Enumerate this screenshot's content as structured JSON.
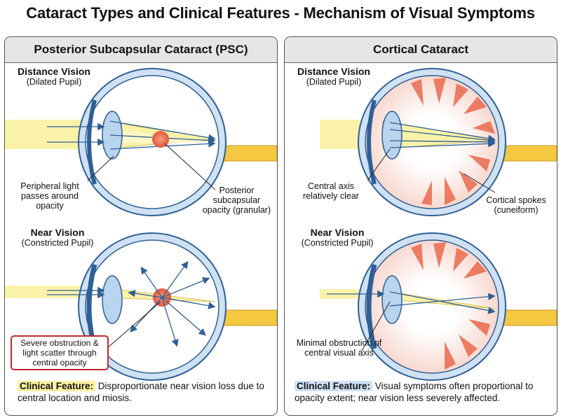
{
  "title": "Cataract Types and Clinical Features - Mechanism of Visual Symptoms",
  "colors": {
    "eye_outline": "#2f5f94",
    "eye_wall": "#cfe1f3",
    "light_beam": "#fbf2a9",
    "opacity_red": "#e8553e",
    "optic_nerve": "#f5c842",
    "callout_border": "#c0282f"
  },
  "panels": {
    "psc": {
      "title": "Posterior Subcapsular Cataract (PSC)",
      "distance": {
        "heading": "Distance Vision",
        "subheading": "(Dilated Pupil)",
        "label_peripheral": "Peripheral light passes around opacity",
        "label_opacity": "Posterior subcapsular opacity (granular)"
      },
      "near": {
        "heading": "Near Vision",
        "subheading": "(Constricted Pupil)",
        "callout": "Severe obstruction & light scatter through central opacity"
      },
      "clinical": {
        "tag": "Clinical Feature:",
        "text": "Disproportionate near vision loss due to central location and miosis."
      }
    },
    "cortical": {
      "title": "Cortical Cataract",
      "distance": {
        "heading": "Distance Vision",
        "subheading": "(Dilated Pupil)",
        "label_axis": "Central axis relatively clear",
        "label_spokes": "Cortical spokes (cuneiform)"
      },
      "near": {
        "heading": "Near Vision",
        "subheading": "(Constricted Pupil)",
        "label_minimal": "Minimal obstruction of central visual axis"
      },
      "clinical": {
        "tag": "Clinical Feature:",
        "text": "Visual symptoms often proportional to opacity extent; near vision less severely affected."
      }
    }
  }
}
